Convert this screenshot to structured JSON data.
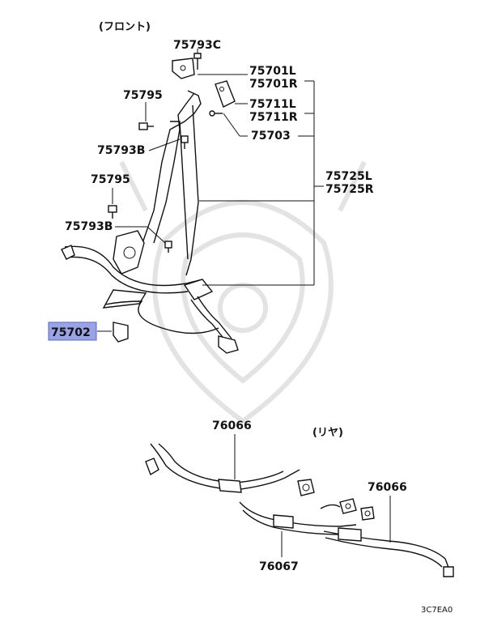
{
  "sections": {
    "front": "(フロント)",
    "rear": "(リヤ)"
  },
  "labels": {
    "p75793c": "75793C",
    "p75701l": "75701L",
    "p75701r": "75701R",
    "p75711l": "75711L",
    "p75711r": "75711R",
    "p75703": "75703",
    "p75795_a": "75795",
    "p75793b_a": "75793B",
    "p75725l": "75725L",
    "p75725r": "75725R",
    "p75795_b": "75795",
    "p75793b_b": "75793B",
    "p75702": "75702",
    "p76066_a": "76066",
    "p76066_b": "76066",
    "p76067": "76067"
  },
  "highlight": {
    "part": "75702",
    "color": "#9aa3e6",
    "border": "#5a64c8"
  },
  "diagram_code": "3C7EA0"
}
